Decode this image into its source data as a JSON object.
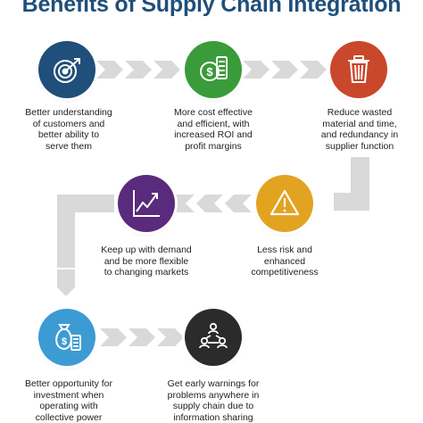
{
  "title": "Benefits of Supply Chain Integration",
  "colors": {
    "arrow": "#d9d9d9",
    "title": "#1f4f7a"
  },
  "benefits": [
    {
      "icon": "target-icon",
      "color": "#1f4f7a",
      "lines": [
        "Better understanding",
        "of customers and",
        "better ability to",
        "serve them"
      ]
    },
    {
      "icon": "money-calculator-icon",
      "color": "#3a9b3a",
      "lines": [
        "More cost effective",
        "and efficient, with",
        "increased ROI and",
        "profit margins"
      ]
    },
    {
      "icon": "trash-can-icon",
      "color": "#c9482b",
      "lines": [
        "Reduce wasted",
        "material and time,",
        "and redundancy in",
        "supplier function"
      ]
    },
    {
      "icon": "warning-icon",
      "color": "#e2a321",
      "lines": [
        "Less risk and",
        "enhanced",
        "competitiveness"
      ]
    },
    {
      "icon": "growth-chart-icon",
      "color": "#5a2a7c",
      "lines": [
        "Keep up with demand",
        "and be more flexible",
        "to changing markets"
      ]
    },
    {
      "icon": "money-bag-calculator-icon",
      "color": "#3d9bd3",
      "lines": [
        "Better opportunity for",
        "investment when",
        "operating with",
        "collective power"
      ]
    },
    {
      "icon": "network-people-icon",
      "color": "#2b2b2b",
      "lines": [
        "Get early warnings for",
        "problems anywhere in",
        "supply chain due to",
        "information sharing"
      ]
    }
  ]
}
